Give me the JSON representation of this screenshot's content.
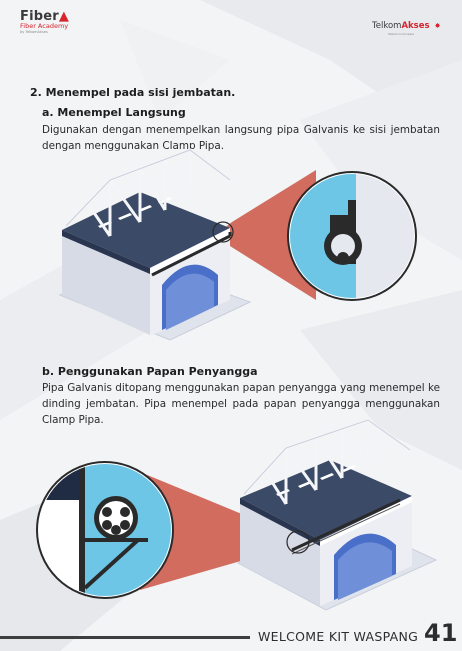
{
  "header": {
    "left_logo_text": "Fiber",
    "left_logo_sub": "Fiber Academy",
    "left_logo_tiny": "by TelkomAkses",
    "right_logo_text_a": "Telkom",
    "right_logo_text_b": "Akses",
    "right_logo_tiny": "Telkom Indonesia"
  },
  "section": {
    "heading": "2. Menempel pada sisi jembatan.",
    "sub_a": {
      "heading": "a. Menempel Langsung",
      "body": "Digunakan dengan menempelkan langsung pipa Galvanis ke sisi jembatan dengan menggunakan Clamp Pipa."
    },
    "sub_b": {
      "heading": "b. Penggunakan Papan Penyangga",
      "body": "Pipa Galvanis ditopang menggunakan papan penyangga yang menempel ke dinding jembatan. Pipa menempel pada papan penyangga menggunakan Clamp Pipa."
    }
  },
  "footer": {
    "title": "WELCOME KIT WASPANG",
    "page": "41"
  },
  "colors": {
    "accent_red": "#d6252d",
    "deck": "#3b4a66",
    "wall": "#e3e6ef",
    "water": "#4a6fc9",
    "callout": "#c84a3a",
    "zoom_blue": "#6ec6e6"
  }
}
